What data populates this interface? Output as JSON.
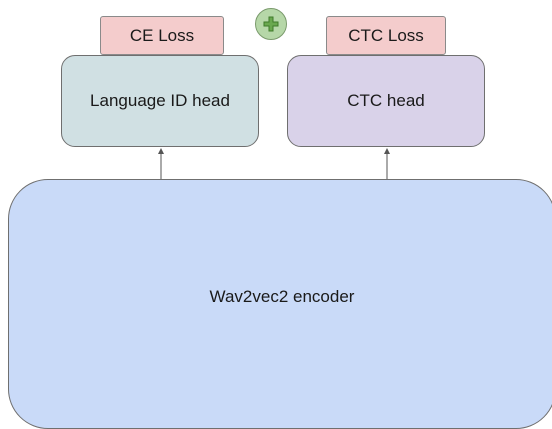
{
  "losses": {
    "ce": "CE Loss",
    "ctc": "CTC Loss"
  },
  "heads": {
    "language_id": "Language ID head",
    "ctc": "CTC head"
  },
  "encoder": {
    "label": "Wav2vec2 encoder"
  },
  "combine_icon": "plus-icon",
  "colors": {
    "loss_fill": "#f4cccc",
    "language_head_fill": "#d0e0e3",
    "ctc_head_fill": "#d9d2e9",
    "encoder_fill": "#c9daf8",
    "plus_fill": "#b6d7a8",
    "plus_symbol": "#6aa84f"
  }
}
